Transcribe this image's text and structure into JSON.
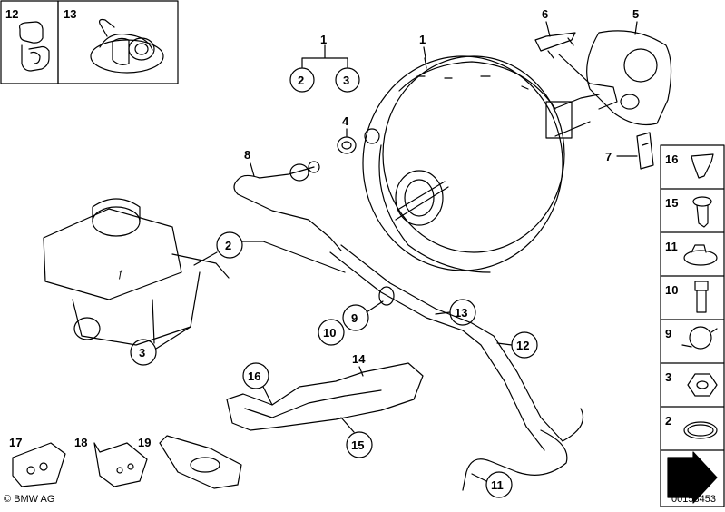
{
  "callouts": {
    "c1_top": "1",
    "c2_in": "2",
    "c3_in": "3",
    "c1_main": "1",
    "c6": "6",
    "c5": "5",
    "c4": "4",
    "c8": "8",
    "c7": "7",
    "c2": "2",
    "c3": "3",
    "c9": "9",
    "c10": "10",
    "c13": "13",
    "c12": "12",
    "c14": "14",
    "c16": "16",
    "c15": "15",
    "c11": "11",
    "c17": "17",
    "c18": "18",
    "c19": "19"
  },
  "inset_top": {
    "a": "12",
    "b": "13"
  },
  "side_panel": [
    {
      "label": "16",
      "icon": "push-rivet"
    },
    {
      "label": "15",
      "icon": "screw"
    },
    {
      "label": "11",
      "icon": "hose-clamp"
    },
    {
      "label": "10",
      "icon": "hex-bolt"
    },
    {
      "label": "9",
      "icon": "p-clip"
    },
    {
      "label": "3",
      "icon": "hex-nut"
    },
    {
      "label": "2",
      "icon": "o-ring"
    },
    {
      "label": "",
      "icon": "arrow"
    }
  ],
  "footer": {
    "brand": "© BMW AG",
    "ref": "00158453"
  }
}
